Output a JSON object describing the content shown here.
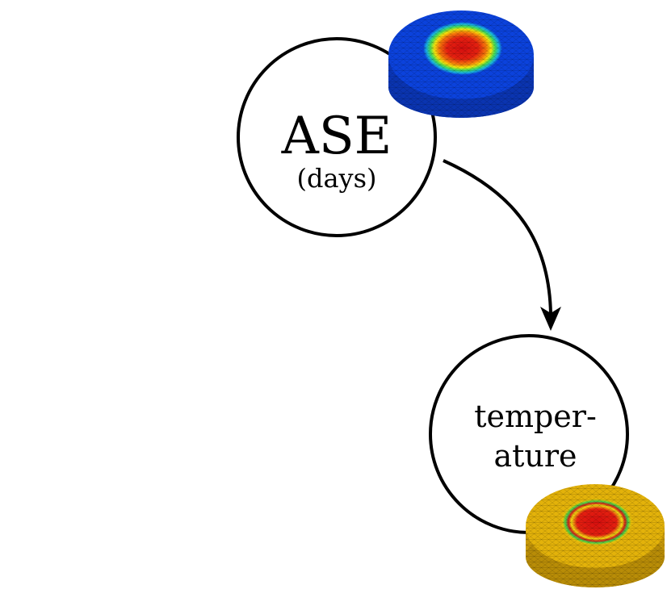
{
  "diagram": {
    "nodes": [
      {
        "id": "ase",
        "title": "ASE",
        "subtitle": "(days)",
        "thumbnail": {
          "description_name": "disk-heatmap-ase",
          "outer_color": "#0b3ed6",
          "inner_colors": [
            "#e01010",
            "#f56a0a",
            "#f5e60a",
            "#4be04b",
            "#18b4e6"
          ]
        }
      },
      {
        "id": "temperature",
        "title_line1": "temper-",
        "title_line2": "ature",
        "thumbnail": {
          "description_name": "disk-heatmap-temperature",
          "outer_color": "#e3b20a",
          "inner_colors": [
            "#e01010",
            "#f56a0a",
            "#e3b20a",
            "#4be04b"
          ]
        }
      }
    ],
    "edges": [
      {
        "from": "ase",
        "to": "temperature",
        "style": "curved-arrow",
        "color": "#000000"
      }
    ]
  }
}
